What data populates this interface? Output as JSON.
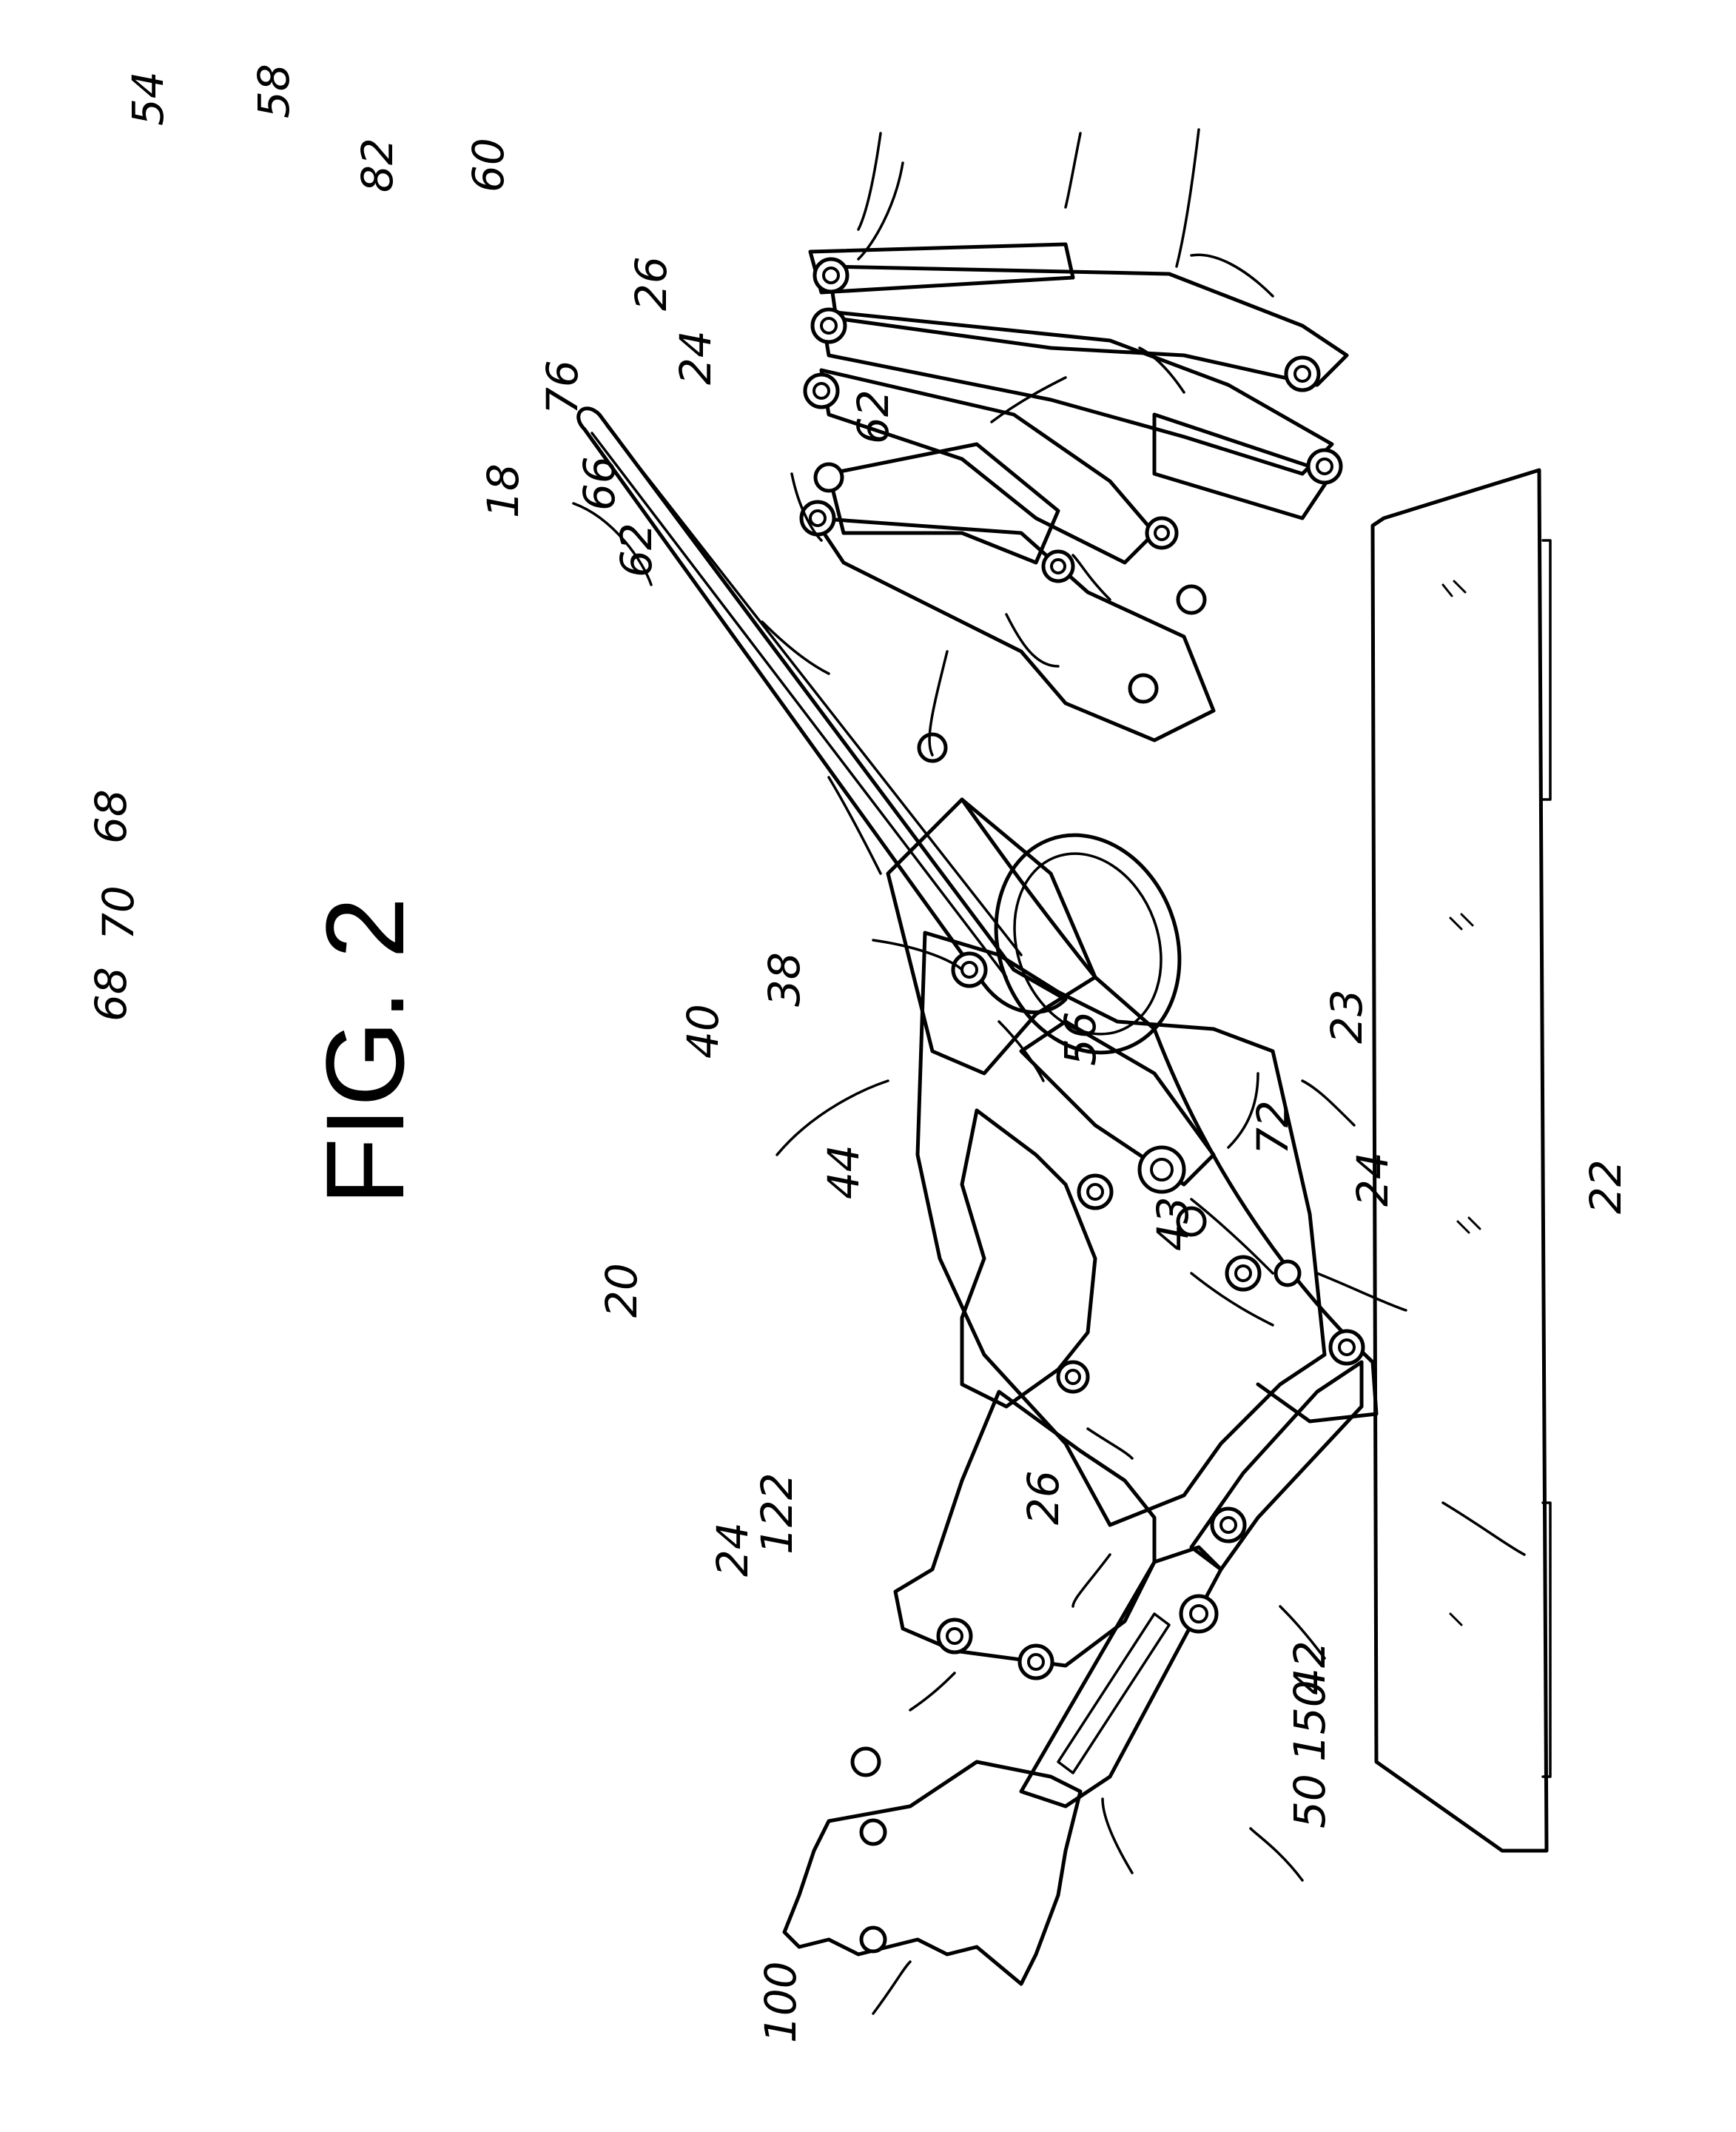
{
  "figure": {
    "title": "FIG. 2"
  },
  "labels": {
    "l18": "18",
    "l20": "20",
    "l22": "22",
    "l23": "23",
    "l24a": "24",
    "l24b": "24",
    "l24c": "24",
    "l26a": "26",
    "l26b": "26",
    "l38": "38",
    "l40": "40",
    "l42": "42",
    "l43": "43",
    "l44": "44",
    "l50": "50",
    "l54": "54",
    "l56": "56",
    "l58": "58",
    "l60": "60",
    "l62a": "62",
    "l62b": "62",
    "l66": "66",
    "l68a": "68",
    "l68b": "68",
    "l70": "70",
    "l72": "72",
    "l76": "76",
    "l82": "82",
    "l100": "100",
    "l122": "122",
    "l150": "150"
  }
}
